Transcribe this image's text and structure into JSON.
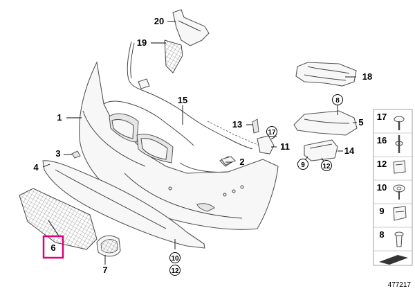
{
  "callouts": {
    "c1": "1",
    "c2": "2",
    "c3": "3",
    "c4": "4",
    "c5": "5",
    "c6": "6",
    "c7": "7",
    "c8": "8",
    "c9": "9",
    "c11": "11",
    "c12": "12",
    "c13": "13",
    "c14": "14",
    "c15": "15",
    "c17": "17",
    "c18": "18",
    "c19": "19",
    "c20": "20",
    "c10": "10"
  },
  "fasteners_column": [
    "17",
    "16",
    "12",
    "10",
    "9",
    "8"
  ],
  "highlighted_callout": "6",
  "highlight_color": "#e0007a",
  "diagram_id": "477217"
}
